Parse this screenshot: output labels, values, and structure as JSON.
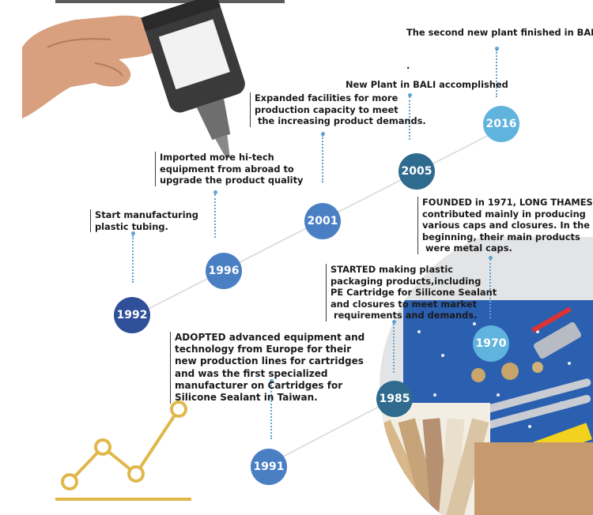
{
  "milestones": [
    {
      "year": "1970",
      "text": "FOUNDED in 1971, LONG THAMES\ncontributed mainly in producing\nvarious caps and closures. In the\nbeginning, their main products\n were metal caps."
    },
    {
      "year": "1985",
      "text": "STARTED making plastic\npackaging products,including\nPE Cartridge for Silicone Sealant\nand closures to meet market\n requirements and demands."
    },
    {
      "year": "1991",
      "text": "ADOPTED advanced equipment and\ntechnology from Europe for their\nnew production lines for cartridges\nand was the first specialized\nmanufacturer on Cartridges for\nSilicone Sealant in Taiwan."
    },
    {
      "year": "1992",
      "text": "Start manufacturing\nplastic tubing."
    },
    {
      "year": "1996",
      "text": "Imported more hi-tech\nequipment from abroad to\nupgrade the product quality"
    },
    {
      "year": "2001",
      "text": "Expanded facilities for more\nproduction capacity to meet\n the increasing product demands."
    },
    {
      "year": "2005",
      "text": "New Plant in BALI accomplished"
    },
    {
      "year": "2016",
      "text": "The second new plant finished in BALI."
    }
  ],
  "stray_mark": ".",
  "colors": {
    "navy": "#2f4f99",
    "blue": "#4a7fc4",
    "steel": "#2f6a8f",
    "sky": "#5fb3dd",
    "gold": "#e0b84a",
    "dots": "#5fa3d1"
  }
}
